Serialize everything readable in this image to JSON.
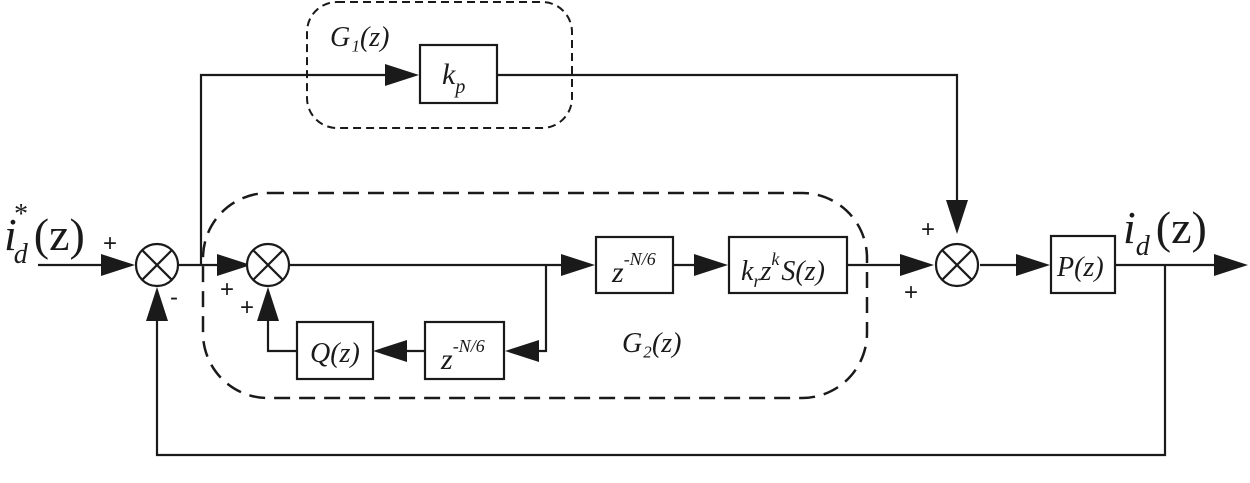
{
  "groups": {
    "g1_label": "G₁(z)",
    "g2_label": "G₂(z)"
  },
  "blocks": {
    "kp": {
      "main": "k",
      "sub": "p"
    },
    "delay_top": {
      "base": "z",
      "exp": "-N/6"
    },
    "krzks": {
      "k": "k",
      "r": "r",
      "z": "z",
      "exp": "k",
      "rest": "S(z)"
    },
    "q": "Q(z)",
    "delay_bottom": {
      "base": "z",
      "exp": "-N/6"
    },
    "plant": "P(z)"
  },
  "signals": {
    "input": {
      "base": "i",
      "sup": "*",
      "sub": "d",
      "arg": "(z)"
    },
    "output": {
      "base": "i",
      "sub": "d",
      "arg": "(z)"
    }
  },
  "signs": {
    "sum1_top": "+",
    "sum1_bottom": "-",
    "sum2_left": "+",
    "sum2_bottom": "+",
    "sum3_top": "+",
    "sum3_left": "+"
  }
}
